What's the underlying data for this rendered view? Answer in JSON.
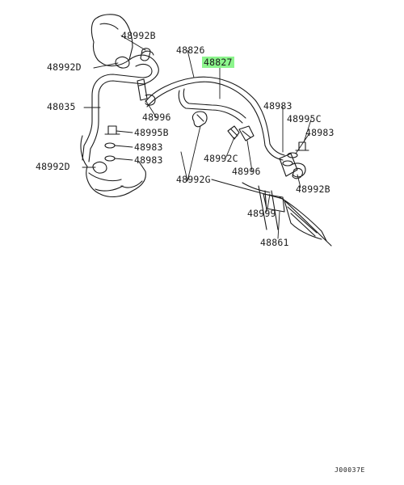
{
  "colors": {
    "line": "#1a1a1a",
    "highlight": "#8cf58c",
    "background": "#ffffff"
  },
  "labels": {
    "p48992B_top": "48992B",
    "p48826": "48826",
    "p48827": "48827",
    "p48992D_top": "48992D",
    "p48035": "48035",
    "p48996_a": "48996",
    "p48995B": "48995B",
    "p48983_a": "48983",
    "p48983_b": "48983",
    "p48992D_bottom": "48992D",
    "p48983_right": "48983",
    "p48995C": "48995C",
    "p48983_right2": "48983",
    "p48992C": "48992C",
    "p48996_b": "48996",
    "p48992G": "48992G",
    "p48992B_right": "48992B",
    "p48999": "48999",
    "p48861": "48861"
  },
  "diagram_code": "J00037E"
}
